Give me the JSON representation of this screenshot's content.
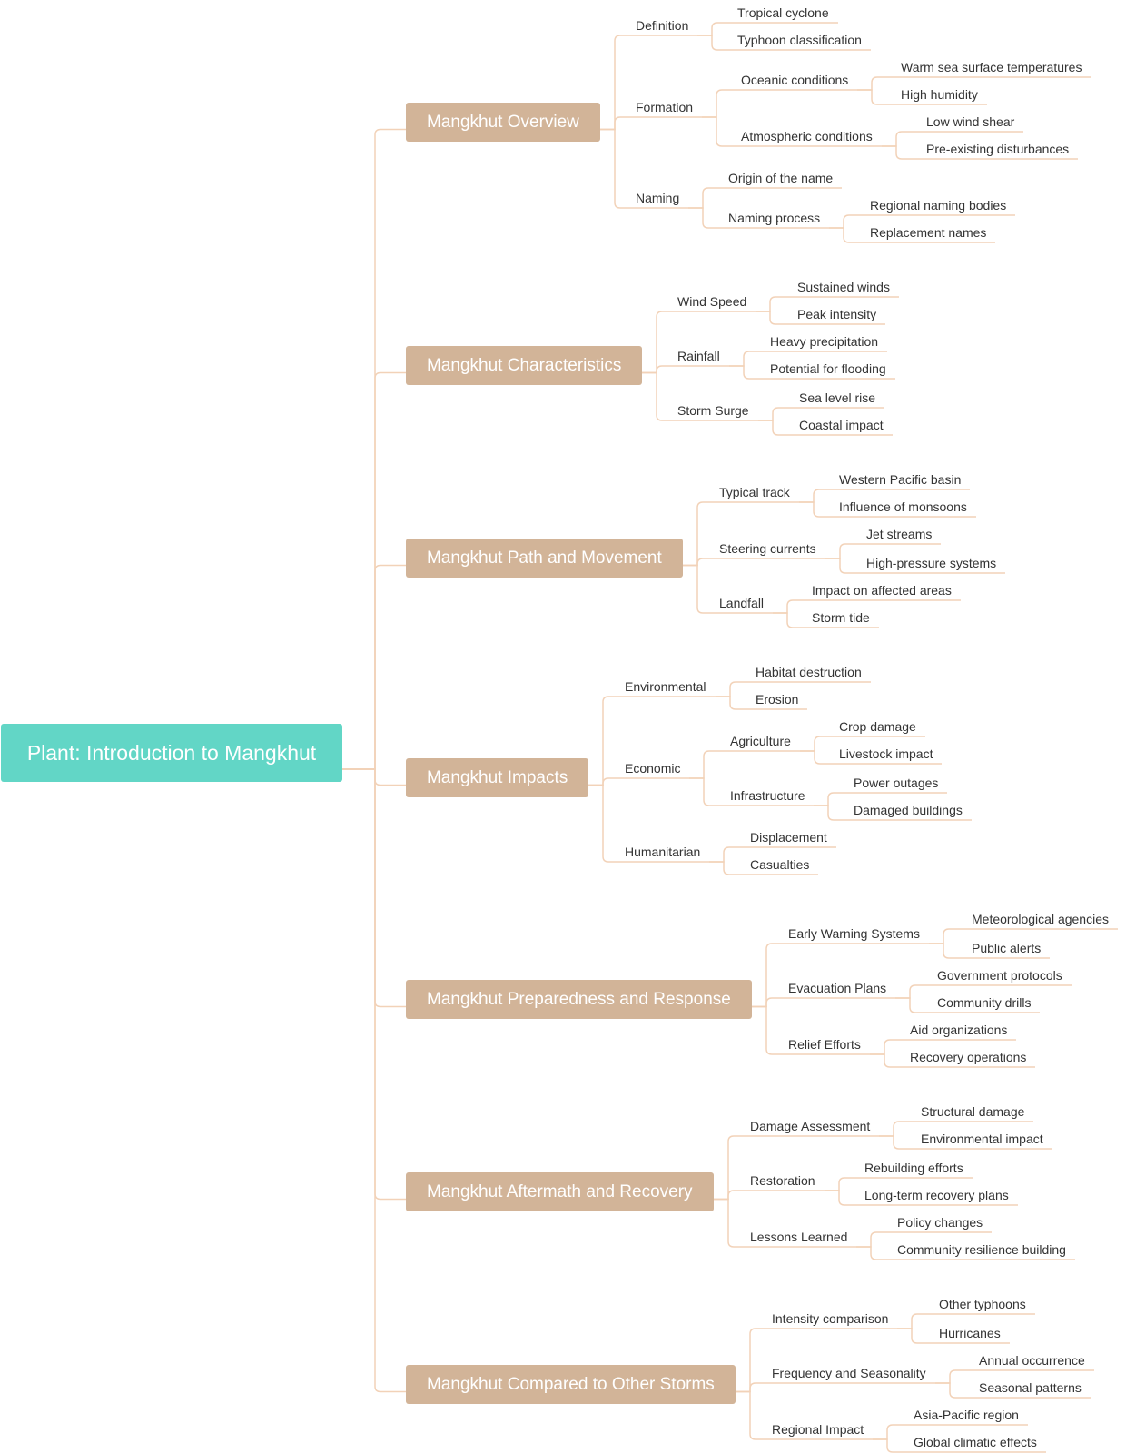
{
  "root": {
    "label": "Plant: Introduction to Mangkhut"
  },
  "branches": [
    {
      "label": "Mangkhut Overview",
      "topics": [
        {
          "label": "Definition",
          "children": [
            {
              "label": "Tropical cyclone",
              "children": []
            },
            {
              "label": "Typhoon classification",
              "children": []
            }
          ]
        },
        {
          "label": "Formation",
          "children": [
            {
              "label": "Oceanic conditions",
              "children": [
                "Warm sea surface temperatures",
                "High humidity"
              ]
            },
            {
              "label": "Atmospheric conditions",
              "children": [
                "Low wind shear",
                "Pre-existing disturbances"
              ]
            }
          ]
        },
        {
          "label": "Naming",
          "children": [
            {
              "label": "Origin of the name",
              "children": []
            },
            {
              "label": "Naming process",
              "children": [
                "Regional naming bodies",
                "Replacement names"
              ]
            }
          ]
        }
      ]
    },
    {
      "label": "Mangkhut Characteristics",
      "topics": [
        {
          "label": "Wind Speed",
          "children": [
            {
              "label": "Sustained winds",
              "children": []
            },
            {
              "label": "Peak intensity",
              "children": []
            }
          ]
        },
        {
          "label": "Rainfall",
          "children": [
            {
              "label": "Heavy precipitation",
              "children": []
            },
            {
              "label": "Potential for flooding",
              "children": []
            }
          ]
        },
        {
          "label": "Storm Surge",
          "children": [
            {
              "label": "Sea level rise",
              "children": []
            },
            {
              "label": "Coastal impact",
              "children": []
            }
          ]
        }
      ]
    },
    {
      "label": "Mangkhut Path and Movement",
      "topics": [
        {
          "label": "Typical track",
          "children": [
            {
              "label": "Western Pacific basin",
              "children": []
            },
            {
              "label": "Influence of monsoons",
              "children": []
            }
          ]
        },
        {
          "label": "Steering currents",
          "children": [
            {
              "label": "Jet streams",
              "children": []
            },
            {
              "label": "High-pressure systems",
              "children": []
            }
          ]
        },
        {
          "label": "Landfall",
          "children": [
            {
              "label": "Impact on affected areas",
              "children": []
            },
            {
              "label": "Storm tide",
              "children": []
            }
          ]
        }
      ]
    },
    {
      "label": "Mangkhut Impacts",
      "topics": [
        {
          "label": "Environmental",
          "children": [
            {
              "label": "Habitat destruction",
              "children": []
            },
            {
              "label": "Erosion",
              "children": []
            }
          ]
        },
        {
          "label": "Economic",
          "children": [
            {
              "label": "Agriculture",
              "children": [
                "Crop damage",
                "Livestock impact"
              ]
            },
            {
              "label": "Infrastructure",
              "children": [
                "Power outages",
                "Damaged buildings"
              ]
            }
          ]
        },
        {
          "label": "Humanitarian",
          "children": [
            {
              "label": "Displacement",
              "children": []
            },
            {
              "label": "Casualties",
              "children": []
            }
          ]
        }
      ]
    },
    {
      "label": "Mangkhut Preparedness and Response",
      "topics": [
        {
          "label": "Early Warning Systems",
          "children": [
            {
              "label": "Meteorological agencies",
              "children": []
            },
            {
              "label": "Public alerts",
              "children": []
            }
          ]
        },
        {
          "label": "Evacuation Plans",
          "children": [
            {
              "label": "Government protocols",
              "children": []
            },
            {
              "label": "Community drills",
              "children": []
            }
          ]
        },
        {
          "label": "Relief Efforts",
          "children": [
            {
              "label": "Aid organizations",
              "children": []
            },
            {
              "label": "Recovery operations",
              "children": []
            }
          ]
        }
      ]
    },
    {
      "label": "Mangkhut Aftermath and Recovery",
      "topics": [
        {
          "label": "Damage Assessment",
          "children": [
            {
              "label": "Structural damage",
              "children": []
            },
            {
              "label": "Environmental impact",
              "children": []
            }
          ]
        },
        {
          "label": "Restoration",
          "children": [
            {
              "label": "Rebuilding efforts",
              "children": []
            },
            {
              "label": "Long-term recovery plans",
              "children": []
            }
          ]
        },
        {
          "label": "Lessons Learned",
          "children": [
            {
              "label": "Policy changes",
              "children": []
            },
            {
              "label": "Community resilience building",
              "children": []
            }
          ]
        }
      ]
    },
    {
      "label": "Mangkhut Compared to Other Storms",
      "topics": [
        {
          "label": "Intensity comparison",
          "children": [
            {
              "label": "Other typhoons",
              "children": []
            },
            {
              "label": "Hurricanes",
              "children": []
            }
          ]
        },
        {
          "label": "Frequency and Seasonality",
          "children": [
            {
              "label": "Annual occurrence",
              "children": []
            },
            {
              "label": "Seasonal patterns",
              "children": []
            }
          ]
        },
        {
          "label": "Regional Impact",
          "children": [
            {
              "label": "Asia-Pacific region",
              "children": []
            },
            {
              "label": "Global climatic effects",
              "children": []
            }
          ]
        }
      ]
    }
  ],
  "colors": {
    "root": "#62d6c6",
    "branch": "#d2b498",
    "connector": "#f2d2b8",
    "text": "#333333"
  }
}
